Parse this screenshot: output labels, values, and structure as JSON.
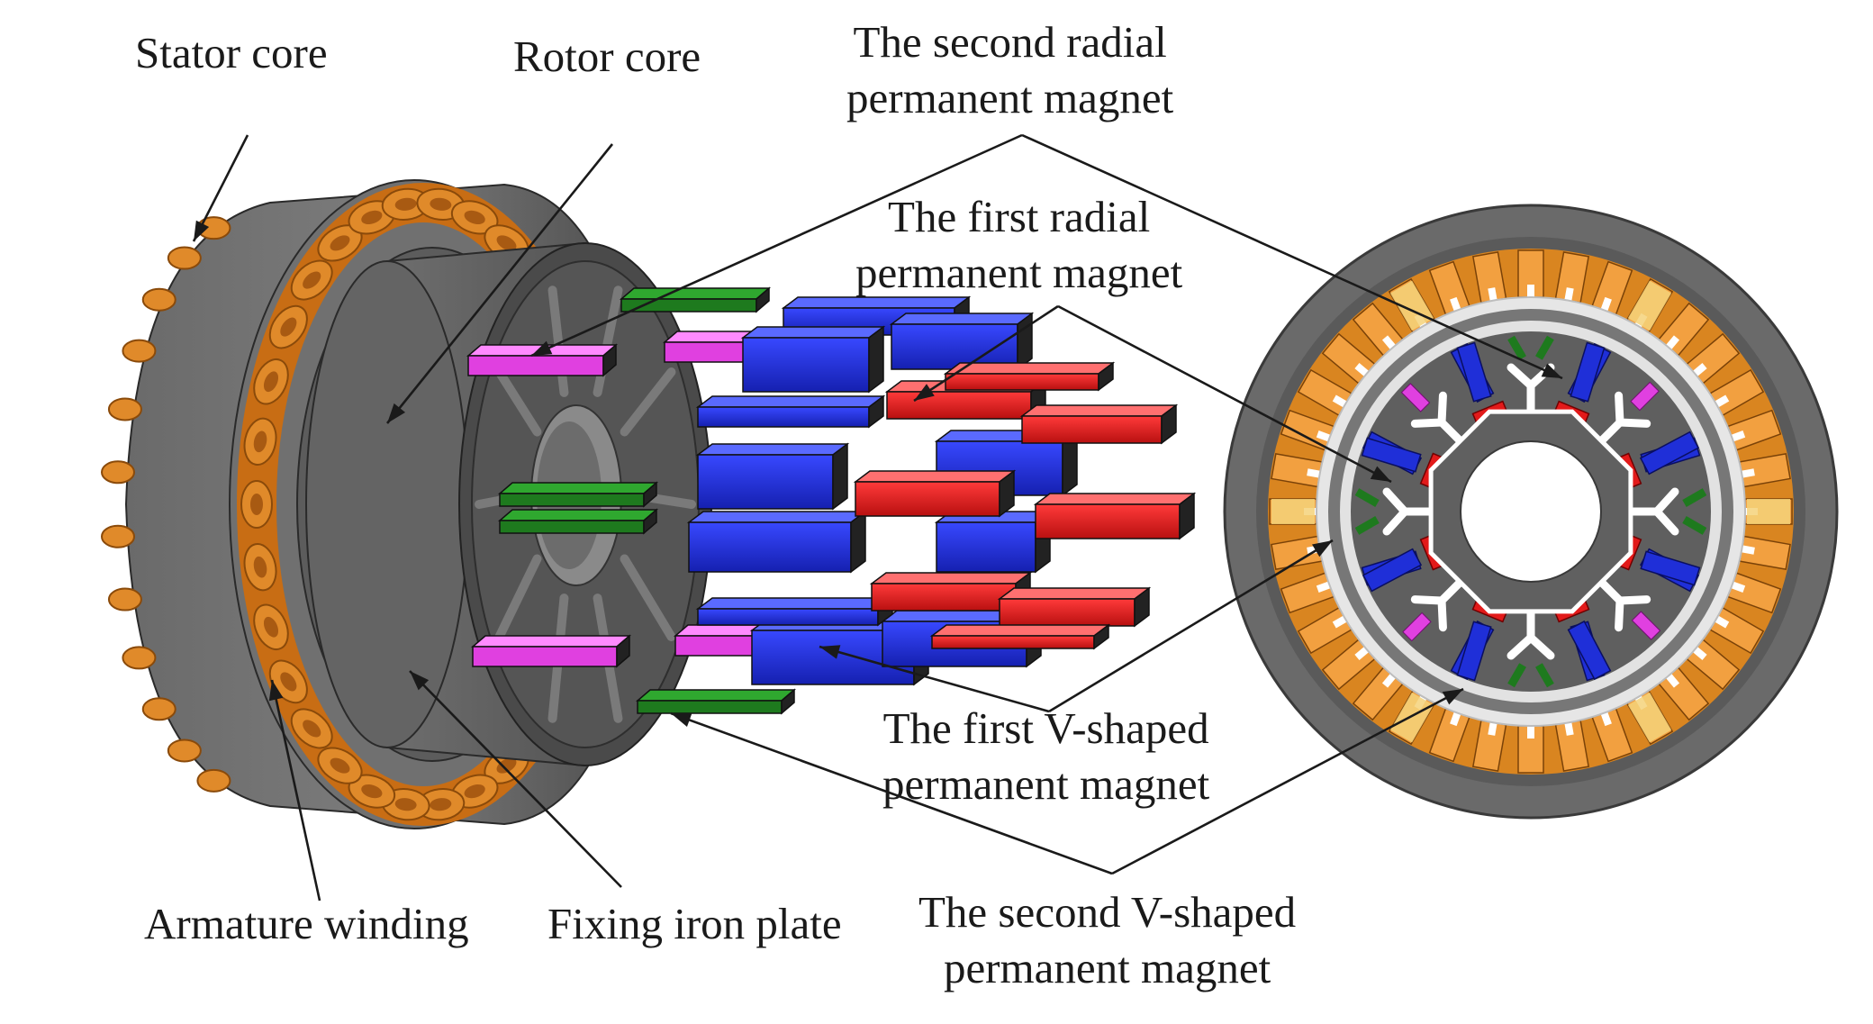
{
  "labels": {
    "stator_core": "Stator core",
    "rotor_core": "Rotor core",
    "second_radial_pm": [
      "The second radial",
      "permanent magnet"
    ],
    "first_radial_pm": [
      "The first radial",
      "permanent magnet"
    ],
    "armature_winding": "Armature winding",
    "fixing_iron_plate": "Fixing iron plate",
    "first_v_pm": [
      "The first V-shaped",
      "permanent magnet"
    ],
    "second_v_pm": [
      "The second V-shaped",
      "permanent magnet"
    ]
  },
  "colors": {
    "core_gray": "#5a5a5a",
    "dark_gray": "#3a3a3a",
    "copper": "#e08a2a",
    "blue_magnet": "#1f2fd8",
    "red_magnet": "#e21a1a",
    "green_magnet": "#1e7a1e",
    "magenta_magnet": "#e040e0"
  }
}
